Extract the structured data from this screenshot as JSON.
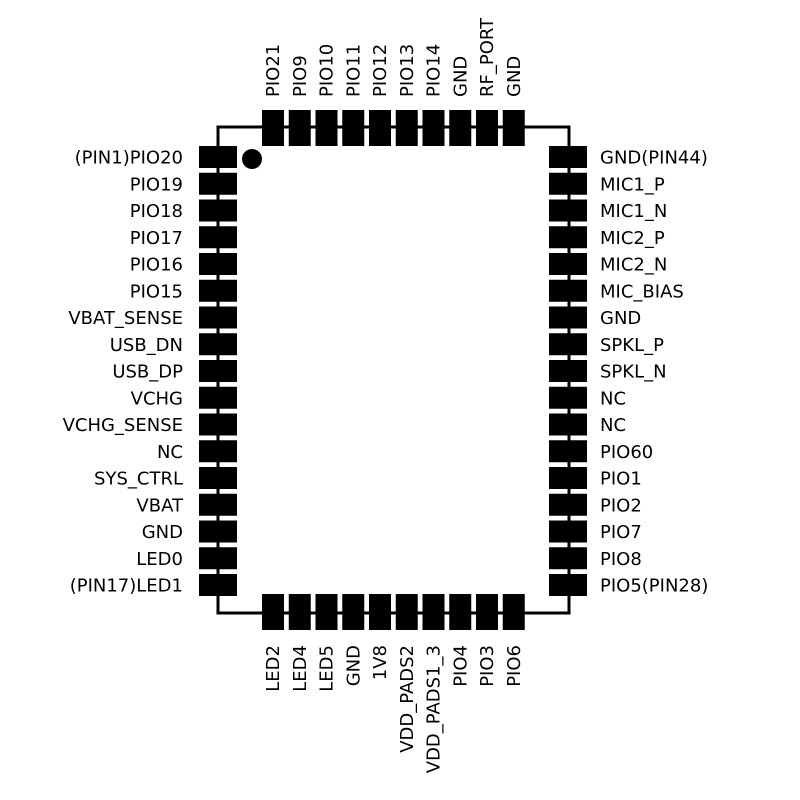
{
  "diagram": {
    "colors": {
      "ink": "#000000",
      "background": "#ffffff"
    },
    "pins": {
      "left": [
        "(PIN1)PIO20",
        "PIO19",
        "PIO18",
        "PIO17",
        "PIO16",
        "PIO15",
        "VBAT_SENSE",
        "USB_DN",
        "USB_DP",
        "VCHG",
        "VCHG_SENSE",
        "NC",
        "SYS_CTRL",
        "VBAT",
        "GND",
        "LED0",
        "(PIN17)LED1"
      ],
      "bottom": [
        "LED2",
        "LED4",
        "LED5",
        "GND",
        "1V8",
        "VDD_PADS2",
        "VDD_PADS1_3",
        "PIO4",
        "PIO3",
        "PIO6"
      ],
      "right": [
        "PIO5(PIN28)",
        "PIO8",
        "PIO7",
        "PIO2",
        "PIO1",
        "PIO60",
        "NC",
        "NC",
        "SPKL_N",
        "SPKL_P",
        "GND",
        "MIC_BIAS",
        "MIC2_N",
        "MIC2_P",
        "MIC1_N",
        "MIC1_P",
        "GND(PIN44)"
      ],
      "top": [
        "PIO21",
        "PIO9",
        "PIO10",
        "PIO11",
        "PIO12",
        "PIO13",
        "PIO14",
        "GND",
        "RF_PORT",
        "GND"
      ]
    }
  }
}
